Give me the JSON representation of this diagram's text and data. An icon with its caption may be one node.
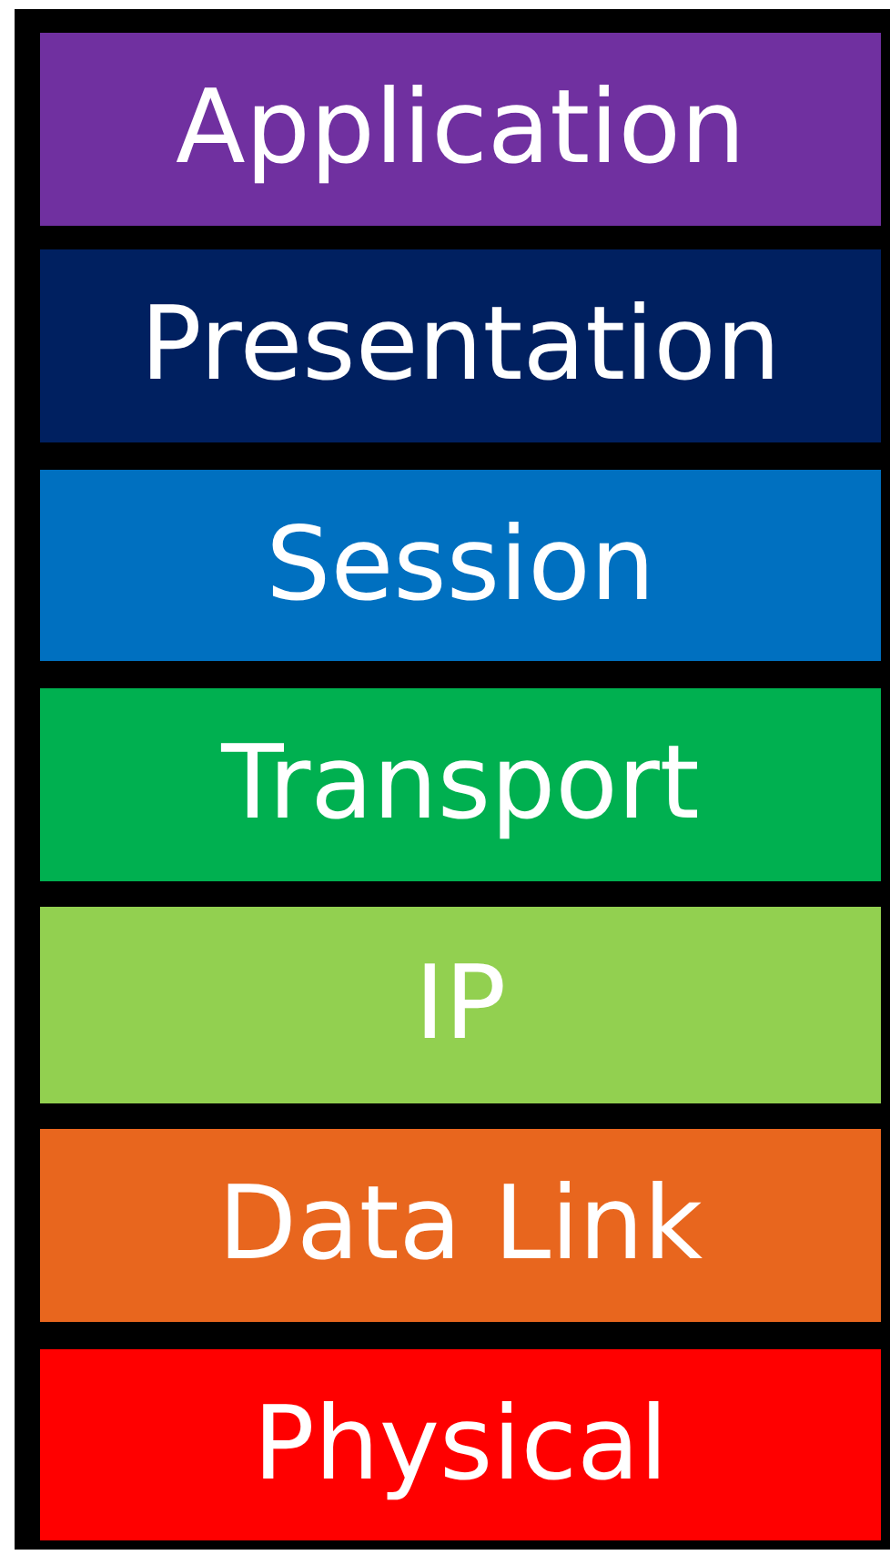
{
  "diagram": {
    "nodes": [
      {
        "text": [],
        "shape": "box"
      },
      {
        "text": [
          "Application"
        ],
        "in": 0
      },
      {
        "text": [
          "Presentation"
        ],
        "in": 0
      },
      {
        "text": [
          "Session"
        ],
        "in": 0
      },
      {
        "text": [
          "Transport"
        ],
        "in": 0
      },
      {
        "text": [
          "IP"
        ],
        "in": 0
      },
      {
        "text": [
          "Data Link"
        ],
        "in": 0
      },
      {
        "text": [
          "Physical"
        ],
        "in": 0
      }
    ]
  }
}
